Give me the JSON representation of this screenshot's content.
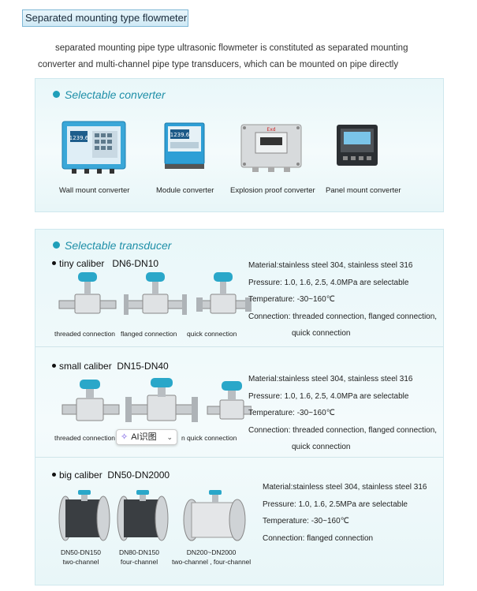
{
  "title": "Separated mounting type flowmeter",
  "intro": {
    "line1": "separated mounting pipe type ultrasonic flowmeter is constituted as separated mounting",
    "line2": "converter and multi-channel pipe type transducers, which can be mounted on pipe directly"
  },
  "converter": {
    "heading": "Selectable converter",
    "items": [
      {
        "label": "Wall mount converter",
        "display": "1239.6"
      },
      {
        "label": "Module converter",
        "display": "1239.6"
      },
      {
        "label": "Explosion proof converter",
        "badge": "Exd"
      },
      {
        "label": "Panel mount converter"
      }
    ]
  },
  "transducer": {
    "heading": "Selectable transducer",
    "groups": [
      {
        "title": "tiny caliber   DN6-DN10",
        "captions": [
          "threaded connection",
          "flanged connection",
          "quick connection"
        ],
        "specs": [
          "Material:stainless steel 304, stainless steel 316",
          "Pressure: 1.0, 1.6, 2.5, 4.0MPa are selectable",
          "Temperature: -30~160℃",
          "Connection: threaded connection, flanged connection,",
          "quick connection"
        ]
      },
      {
        "title": "small caliber  DN15-DN40",
        "captions": [
          "threaded connection",
          "n",
          "quick connection"
        ],
        "specs": [
          "Material:stainless steel 304, stainless steel 316",
          "Pressure: 1.0, 1.6, 2.5, 4.0MPa are selectable",
          "Temperature: -30~160℃",
          "Connection: threaded connection, flanged connection,",
          "quick connection"
        ]
      },
      {
        "title": "big caliber  DN50-DN2000",
        "captions": [
          {
            "a": "DN50-DN150",
            "b": "two-channel"
          },
          {
            "a": "DN80-DN150",
            "b": "four-channel"
          },
          {
            "a": "DN200~DN2000",
            "b": "two-channel , four-channel"
          }
        ],
        "specs": [
          "Material:stainless steel 304, stainless steel 316",
          "Pressure: 1.0, 1.6, 2.5MPa are selectable",
          "Temperature: -30~160℃",
          "Connection: flanged connection"
        ]
      }
    ]
  },
  "ai_button": {
    "label": "AI识图"
  },
  "colors": {
    "accent": "#1f8fa8",
    "panel": "#e9f7f9",
    "device_blue": "#2a9fd0"
  }
}
